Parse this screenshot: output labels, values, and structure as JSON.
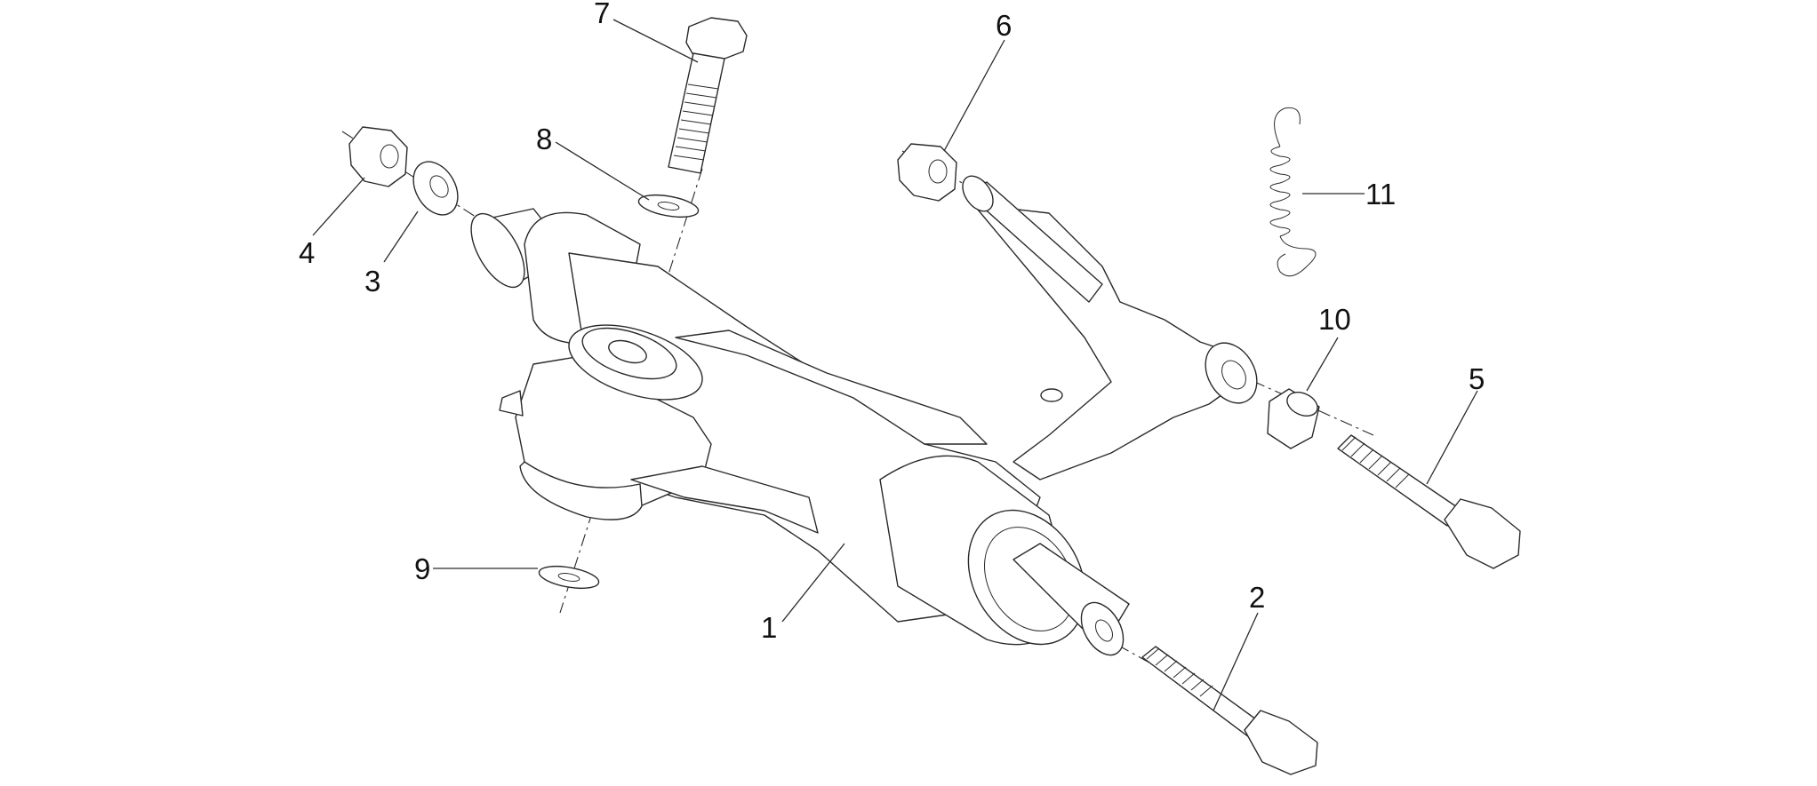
{
  "diagram": {
    "callouts": [
      {
        "id": "c1",
        "number": "1"
      },
      {
        "id": "c2",
        "number": "2"
      },
      {
        "id": "c3",
        "number": "3"
      },
      {
        "id": "c4",
        "number": "4"
      },
      {
        "id": "c5",
        "number": "5"
      },
      {
        "id": "c6",
        "number": "6"
      },
      {
        "id": "c7",
        "number": "7"
      },
      {
        "id": "c8",
        "number": "8"
      },
      {
        "id": "c9",
        "number": "9"
      },
      {
        "id": "c10",
        "number": "10"
      },
      {
        "id": "c11",
        "number": "11"
      }
    ]
  },
  "colors": {
    "line": "#2a2a2a",
    "background": "#ffffff",
    "text": "#111111"
  }
}
